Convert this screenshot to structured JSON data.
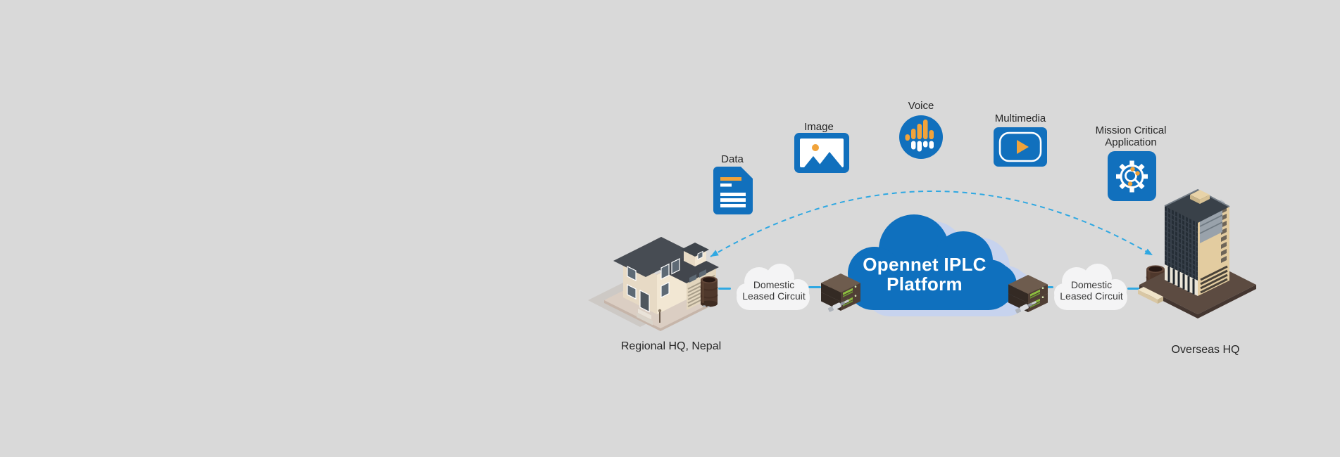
{
  "canvas": {
    "background": "#D9D9D9"
  },
  "palette": {
    "brand_blue": "#1170BD",
    "accent_orange": "#F1A33A",
    "link_blue": "#2FA8E2",
    "platform_cloud_blue": "#0F70BE",
    "platform_back_cloud": "#C7D3EE",
    "white_cloud": "#F4F4F5",
    "label_dark": "#262626"
  },
  "services": [
    {
      "label": "Data",
      "icon": "document-icon"
    },
    {
      "label": "Image",
      "icon": "picture-icon"
    },
    {
      "label": "Voice",
      "icon": "audio-waveform-icon"
    },
    {
      "label": "Multimedia",
      "icon": "video-player-icon"
    },
    {
      "label": "Mission Critical\nApplication",
      "icon": "gear-magnifier-icon"
    }
  ],
  "platform_cloud": {
    "title": "Opennet IPLC\nPlatform"
  },
  "circuits": {
    "left": {
      "label": "Domestic\nLeased Circuit"
    },
    "right": {
      "label": "Domestic\nLeased Circuit"
    }
  },
  "sites": {
    "left": {
      "label": "Regional HQ, Nepal"
    },
    "right": {
      "label": "Overseas HQ"
    }
  }
}
